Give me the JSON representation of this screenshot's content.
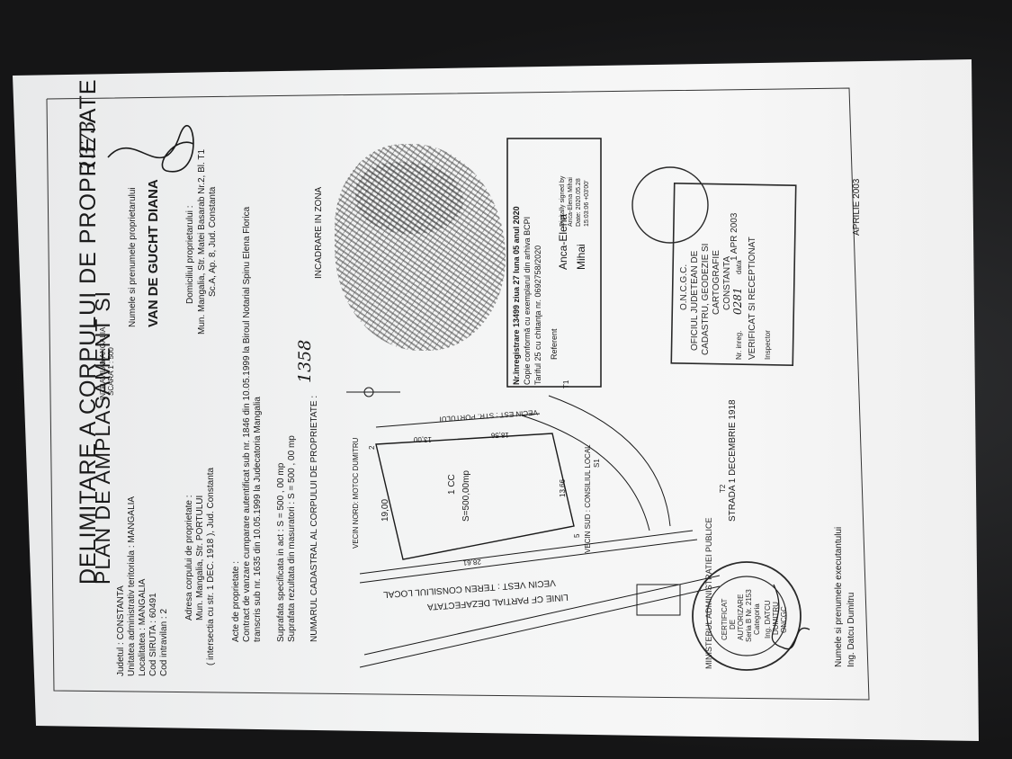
{
  "header": {
    "title_line1": "PLAN DE AMPLASAMENT SI",
    "title_line2": "DELIMITARE A CORPULUI DE PROPRIETATE",
    "scale_intravilan": "INTRAVILAN",
    "scale_locality": "MANGALIA",
    "scale_label": "SCARA 1 : 500",
    "annotation_number": "1373"
  },
  "left_info": {
    "judet": "Judetul : CONSTANTA",
    "unitate": "Unitatea administrativ teritoriala : MANGALIA",
    "localitate": "Localitatea : MANGALIA",
    "cod_siruta": "Cod SIRUTA : 60491",
    "cod_intravilan": "Cod intravilan : 2"
  },
  "address": {
    "label": "Adresa corpului de proprietate :",
    "line1": "Mun. Mangalia, Str. PORTULUI",
    "line2": "( intersectia cu str. 1 DEC. 1918 ), Jud. Constanta"
  },
  "acts": {
    "label": "Acte de proprietate :",
    "line1": "Contract de vanzare cumparare autentificat sub nr. 1846 din 10.05.1999 la Biroul Notarial Spinu Elena Florica",
    "line2": "transcris sub nr. 1635 din 10.05.1999 la Judecatoria Mangalia"
  },
  "surfaces": {
    "line1": "Suprafata specificata in act : S = 500 , 00 mp",
    "line2": "Suprafata rezultata din masuratori : S = 500 , 00 mp"
  },
  "cadastral": {
    "label": "NUMARUL CADASTRAL AL CORPULUI DE PROPRIETATE :",
    "value": "1358"
  },
  "owner": {
    "label": "Numele si prenumele proprietarului",
    "name": "VAN DE GUCHT DIANA",
    "domicile_label": "Domiciliul proprietarului :",
    "domicile_line1": "Mun. Mangalia, Str. Matei Basarab Nr.2, Bl. T1",
    "domicile_line2": "Sc.A, Ap. 8, Jud. Constanta"
  },
  "zone": {
    "label": "INCADRARE IN ZONA"
  },
  "plot": {
    "north": "VECIN NORD: MOTOC DUMITRU",
    "north_len": "19,00",
    "east": "VECIN EST : STR. PORTULUI",
    "south": "VECIN SUD : CONSILIUL LOCAL",
    "west": "VECIN VEST : TEREN CONSILIUL LOCAL",
    "rail": "LINIE CF PARTIAL DEZAFECTATA",
    "parcel_id": "1 CC",
    "parcel_area": "S=500,00mp",
    "len_top_left": "13,00",
    "len_top_right": "18,56",
    "len_bottom": "28,61",
    "len_right": "13,66",
    "corner_2": "2",
    "corner_5": "5",
    "corner_s1": "S1",
    "street_name": "STRADA 1 DECEMBRIE 1918",
    "point_t1": "T1",
    "point_t2": "T2"
  },
  "stamp_box": {
    "line1": "Nr.înregistrare 13499 ziua 27 luna 05 anul 2020",
    "line2": "Copie conformă cu exemplarul din arhiva BCPI",
    "line3": "Tariful 25 cu chitanţa nr. 0692758/2020",
    "referent_label": "Referent",
    "signer_name1": "Anca-Elena",
    "signer_name2": "Mihai",
    "digital1": "Digitally signed by",
    "digital2": "Anca-Elena Mihai",
    "digital3": "Date: 2020.05.28",
    "digital4": "15:03:06 +03'00'"
  },
  "oncgc_stamp": {
    "line1": "O.N.C.G.C.",
    "line2": "OFICIUL JUDETEAN DE",
    "line3": "CADASTRU, GEODEZIE SI",
    "line4": "CARTOGRAFIE",
    "line5": "CONSTANTA",
    "nr_label": "Nr. inreg.",
    "nr_value": "0281",
    "data_label": "data",
    "date_value": "1 APR 2003",
    "verified": "VERIFICAT SI RECEPTIONAT",
    "inspector": "Inspector"
  },
  "round_stamp": {
    "ring": "MINISTERUL ADMINISTRATIEI PUBLICE",
    "line1": "CERTIFICAT",
    "line2": "DE",
    "line3": "AUTORIZARE",
    "line4": "Seria B Nr. 2153",
    "line5": "Categoria",
    "line6": "Ing. DATCU",
    "line7": "DUMITRU",
    "line8": "ONCGC"
  },
  "footer": {
    "executant_label": "Numele si prenumele executantului",
    "executant_name": "Ing. Datcu Dumitru",
    "date": "APRILIE 2003"
  },
  "colors": {
    "ink": "#1a1a1a",
    "stamp_ink": "#2a2a2a",
    "paper": "#f3f4f4",
    "backdrop": "#1c1c1d"
  }
}
